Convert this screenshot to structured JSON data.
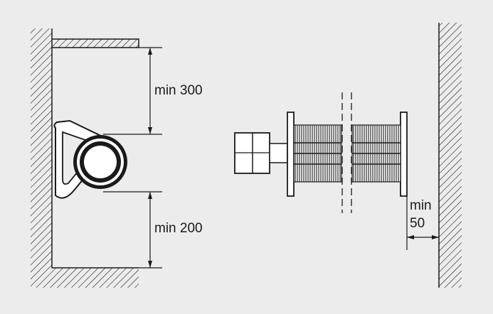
{
  "colors": {
    "background": "#ececec",
    "ink": "#1a1a1a",
    "fill_white": "#ffffff"
  },
  "dimensions": {
    "top_clearance": "min 300",
    "bottom_clearance": "min 200",
    "side_clearance_line1": "min",
    "side_clearance_line2": "50"
  }
}
